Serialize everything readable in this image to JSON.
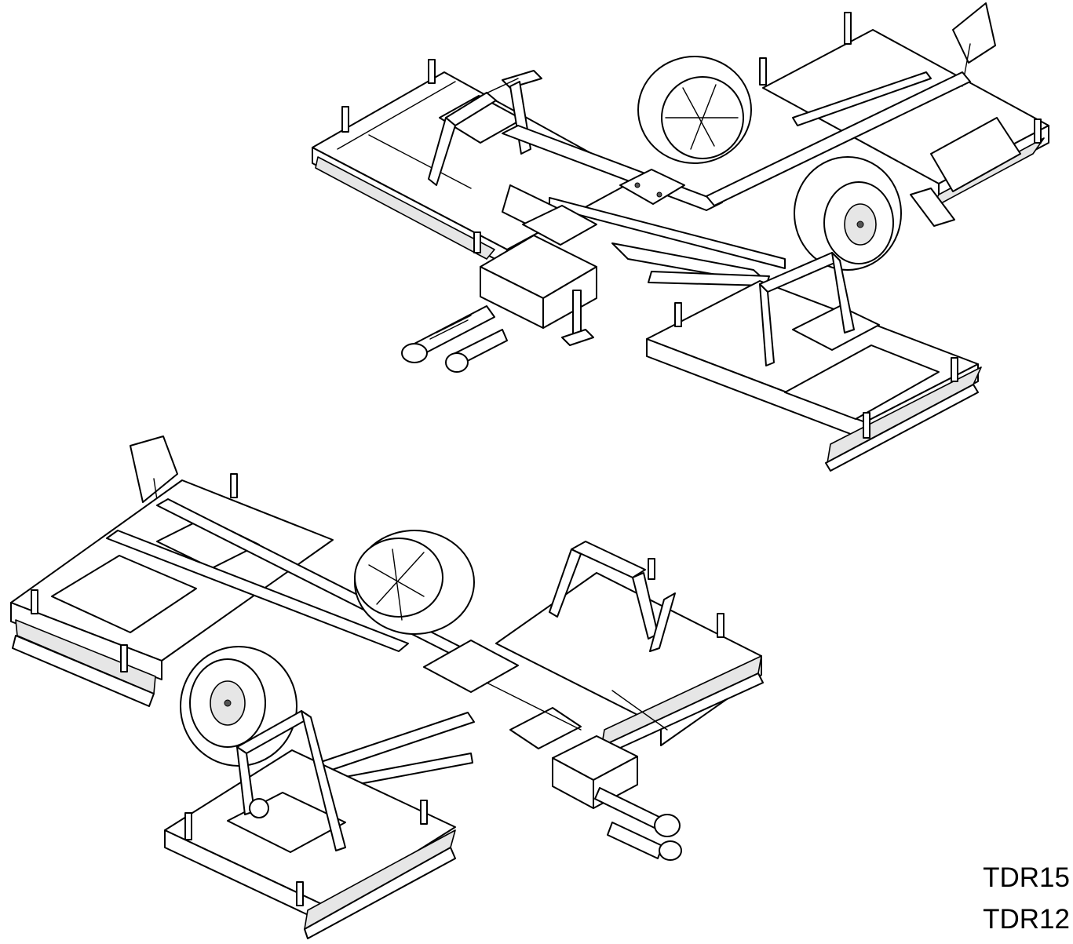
{
  "models": [
    "TDR15",
    "TDR12"
  ],
  "illustration": {
    "subject": "isometric-line-drawing",
    "views": [
      "upper-view",
      "lower-view"
    ]
  }
}
